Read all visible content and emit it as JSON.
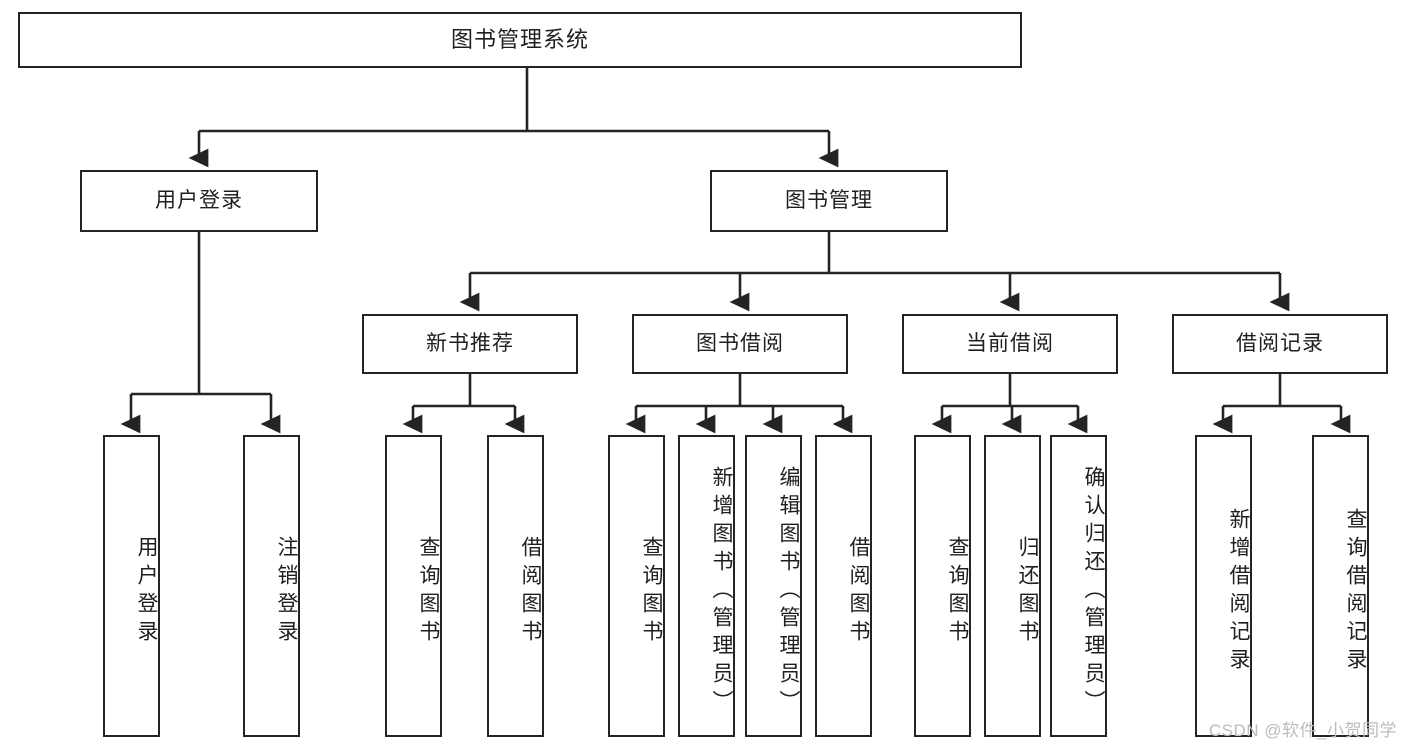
{
  "diagram": {
    "title": "图书管理系统",
    "type": "tree-hierarchy",
    "line_color": "#222426",
    "box_fill": "#ffffff",
    "text_color": "#1d1f21",
    "watermark": "CSDN @软件_小贺同学"
  },
  "nodes": {
    "root": {
      "label": "图书管理系统"
    },
    "level2": [
      {
        "label": "用户登录"
      },
      {
        "label": "图书管理"
      }
    ],
    "level3": [
      {
        "label": "新书推荐"
      },
      {
        "label": "图书借阅"
      },
      {
        "label": "当前借阅"
      },
      {
        "label": "借阅记录"
      }
    ],
    "leaves_user_login": [
      {
        "label": "用户登录"
      },
      {
        "label": "注销登录"
      }
    ],
    "leaves_new_books": [
      {
        "label": "查询图书"
      },
      {
        "label": "借阅图书"
      }
    ],
    "leaves_borrow": [
      {
        "label": "查询图书"
      },
      {
        "label": "新增图书（管理员）"
      },
      {
        "label": "编辑图书（管理员）"
      },
      {
        "label": "借阅图书"
      }
    ],
    "leaves_current": [
      {
        "label": "查询图书"
      },
      {
        "label": "归还图书"
      },
      {
        "label": "确认归还（管理员）"
      }
    ],
    "leaves_records": [
      {
        "label": "新增借阅记录"
      },
      {
        "label": "查询借阅记录"
      }
    ]
  }
}
